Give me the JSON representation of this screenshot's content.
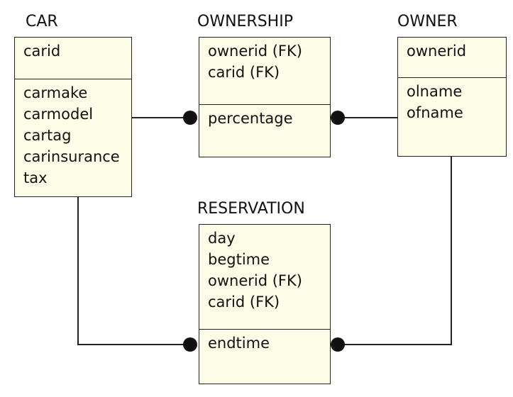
{
  "entities": {
    "car": {
      "title": "CAR",
      "key": [
        "carid"
      ],
      "attributes": [
        "carmake",
        "carmodel",
        "cartag",
        "carinsurance",
        "tax"
      ]
    },
    "ownership": {
      "title": "OWNERSHIP",
      "key": [
        "ownerid (FK)",
        "carid (FK)"
      ],
      "attributes": [
        "percentage"
      ]
    },
    "owner": {
      "title": "OWNER",
      "key": [
        "ownerid"
      ],
      "attributes": [
        "olname",
        "ofname"
      ]
    },
    "reservation": {
      "title": "RESERVATION",
      "key": [
        "day",
        "begtime",
        "ownerid (FK)",
        "carid (FK)"
      ],
      "attributes": [
        "endtime"
      ]
    }
  },
  "colors": {
    "entity_fill": "#fdfce6",
    "line": "#222222",
    "endpoint": "#111111"
  }
}
